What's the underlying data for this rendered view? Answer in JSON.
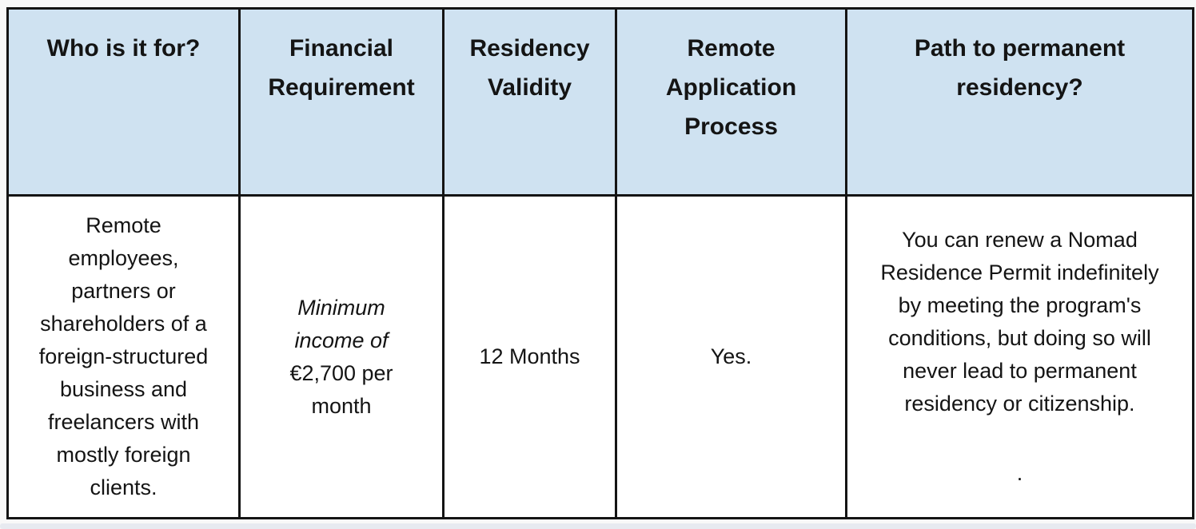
{
  "colors": {
    "header_bg": "#cfe2f1",
    "cell_bg": "#ffffff",
    "border": "#141414",
    "text": "#141414",
    "page_bg": "#f8f8f8",
    "bottom_strip": "#e7eaf0"
  },
  "table": {
    "headers": [
      "Who is it for?",
      "Financial Requirement",
      "Residency Validity",
      "Remote Application Process",
      "Path to permanent residency?"
    ],
    "row": {
      "who_is_it_for": "Remote\nemployees,\npartners or\nshareholders of a\nforeign-structured\nbusiness and\nfreelancers with\nmostly foreign\nclients.",
      "financial_requirement_note": "Minimum\nincome of",
      "financial_requirement_amount": "€2,700 per\nmonth",
      "residency_validity": "12 Months",
      "remote_application_process": "Yes.",
      "path_to_permanent_residency": "You can renew a Nomad\nResidence Permit indefinitely\nby meeting the program's\nconditions, but doing so will\nnever lead to permanent\nresidency or citizenship.",
      "path_footnote": "."
    }
  }
}
